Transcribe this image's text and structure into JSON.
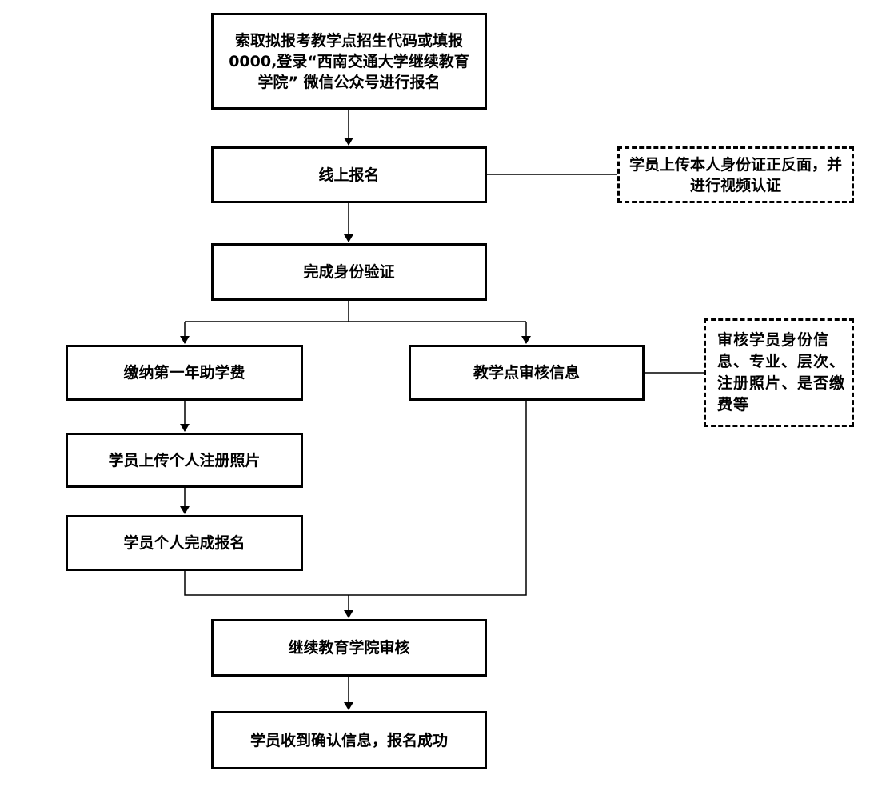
{
  "flowchart": {
    "step_contact": "索取拟报考教学点招生代码或填报 0000,登录“西南交通大学继续教育学院” 微信公众号进行报名",
    "step_online_signup": "线上报名",
    "note_id_upload": "学员上传本人身份证正反面，并进行视频认证",
    "step_identity_verified": "完成身份验证",
    "step_pay_fee": "缴纳第一年助学费",
    "step_center_review": "教学点审核信息",
    "note_center_review": "审核学员身份信息、专业、层次、注册照片、是否缴费等",
    "step_upload_photo": "学员上传个人注册照片",
    "step_signup_complete": "学员个人完成报名",
    "step_college_review": "继续教育学院审核",
    "step_success": "学员收到确认信息，报名成功"
  },
  "colors": {
    "line": "#000000",
    "background": "#ffffff"
  }
}
